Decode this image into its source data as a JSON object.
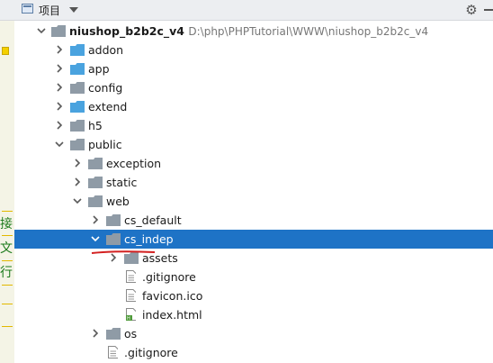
{
  "header": {
    "title": "项目"
  },
  "tree": {
    "root": {
      "name": "niushop_b2b2c_v4",
      "path": "D:\\php\\PHPTutorial\\WWW\\niushop_b2b2c_v4"
    },
    "items": [
      {
        "name": "addon",
        "type": "folder",
        "color": "#4aa3df"
      },
      {
        "name": "app",
        "type": "folder",
        "color": "#4aa3df"
      },
      {
        "name": "config",
        "type": "folder",
        "color": "#8f9ba6"
      },
      {
        "name": "extend",
        "type": "folder",
        "color": "#4aa3df"
      },
      {
        "name": "h5",
        "type": "folder",
        "color": "#8f9ba6"
      },
      {
        "name": "public",
        "type": "folder",
        "color": "#8f9ba6"
      },
      {
        "name": "exception",
        "type": "folder",
        "color": "#8f9ba6"
      },
      {
        "name": "static",
        "type": "folder",
        "color": "#8f9ba6"
      },
      {
        "name": "web",
        "type": "folder",
        "color": "#8f9ba6"
      },
      {
        "name": "cs_default",
        "type": "folder",
        "color": "#8f9ba6"
      },
      {
        "name": "cs_indep",
        "type": "folder",
        "color": "#8f9ba6",
        "selected": true
      },
      {
        "name": "assets",
        "type": "folder",
        "color": "#8f9ba6"
      },
      {
        "name": ".gitignore",
        "type": "file"
      },
      {
        "name": "favicon.ico",
        "type": "file"
      },
      {
        "name": "index.html",
        "type": "html-file"
      },
      {
        "name": "os",
        "type": "folder",
        "color": "#8f9ba6"
      },
      {
        "name": ".gitignore",
        "type": "file"
      }
    ]
  },
  "gutter": {
    "chars": [
      "接",
      "文",
      "行"
    ]
  },
  "colors": {
    "selection": "#1e73c6",
    "annotation": "#d32020"
  }
}
